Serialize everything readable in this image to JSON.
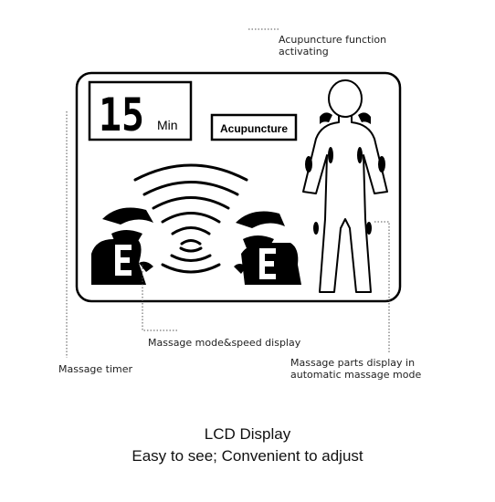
{
  "display": {
    "timer_value": "15",
    "timer_unit": "Min",
    "mode_label": "Acupuncture"
  },
  "callouts": {
    "acupuncture": [
      "Acupuncture function",
      "activating"
    ],
    "mode_speed": "Massage mode&speed display",
    "timer": "Massage timer",
    "parts": [
      "Massage parts display in",
      "automatic massage mode"
    ]
  },
  "caption": {
    "title": "LCD Display",
    "subtitle": "Easy to see; Convenient to adjust"
  }
}
